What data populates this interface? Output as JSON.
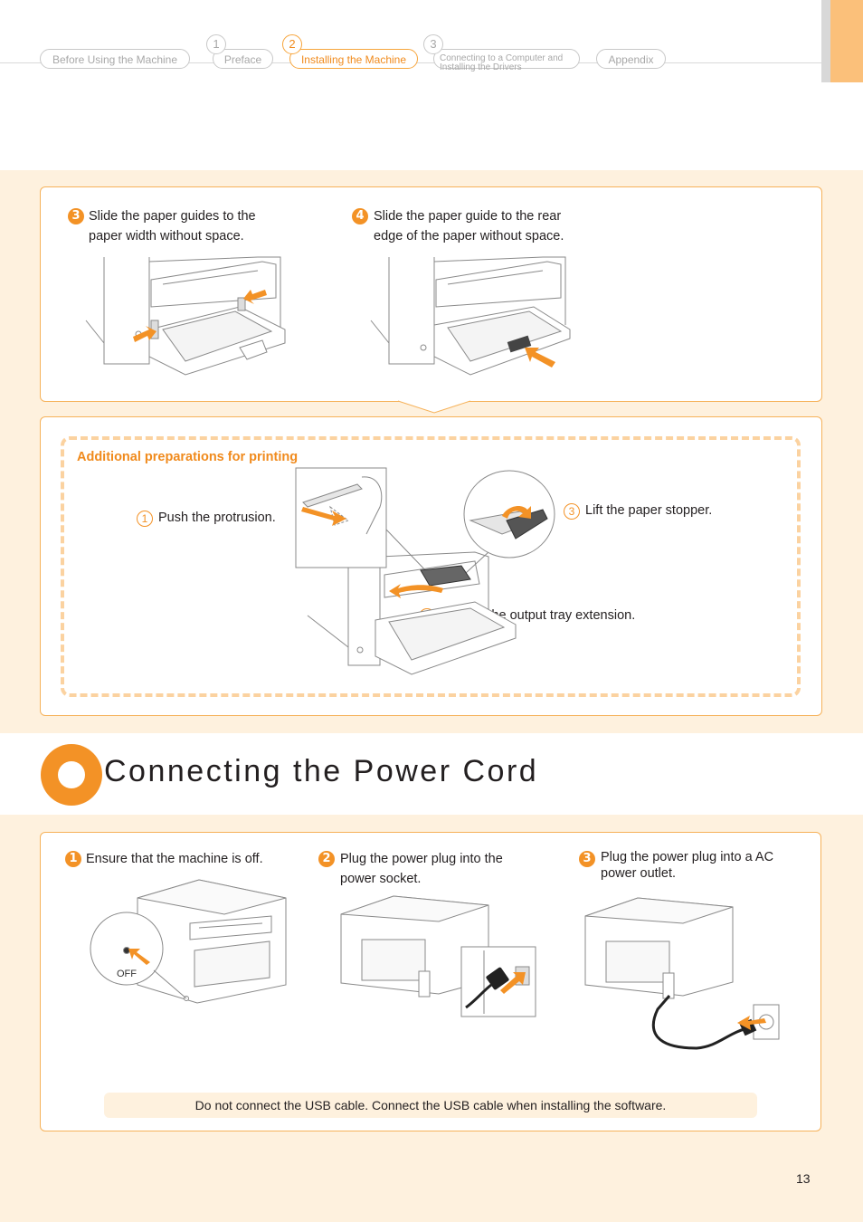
{
  "nav": {
    "tabs": [
      {
        "label": "Before Using the Machine",
        "number": ""
      },
      {
        "label": "Preface",
        "number": "1"
      },
      {
        "label": "Installing the Machine",
        "number": "2"
      },
      {
        "label_line1": "Connecting to a Computer and",
        "label_line2": "Installing the Drivers",
        "number": "3"
      },
      {
        "label": "Appendix",
        "number": ""
      }
    ]
  },
  "paper_steps": [
    {
      "number": "3",
      "line1": "Slide the paper guides to the",
      "line2": "paper width without space."
    },
    {
      "number": "4",
      "line1": "Slide the paper guide to the rear",
      "line2": "edge of the paper without space."
    }
  ],
  "additional": {
    "title": "Additional preparations for printing",
    "steps": [
      {
        "number": "1",
        "text": "Push the protrusion."
      },
      {
        "number": "2",
        "text": "Pull out the output tray extension."
      },
      {
        "number": "3",
        "text": "Lift the paper stopper."
      }
    ]
  },
  "power_section": {
    "title": "Connecting the Power Cord",
    "steps": [
      {
        "number": "1",
        "line1": "Ensure that the machine is off.",
        "line2": ""
      },
      {
        "number": "2",
        "line1": "Plug the power plug into the",
        "line2": "power socket."
      },
      {
        "number": "3",
        "line1": "Plug the power plug into a AC",
        "line2": "power outlet."
      }
    ],
    "off_label": "OFF",
    "note": "Do not connect the USB cable. Connect the USB cable when installing the software."
  },
  "page_number": "13",
  "colors": {
    "accent": "#f39226",
    "cream": "#fef1de",
    "panel_border": "#f6b25a"
  }
}
